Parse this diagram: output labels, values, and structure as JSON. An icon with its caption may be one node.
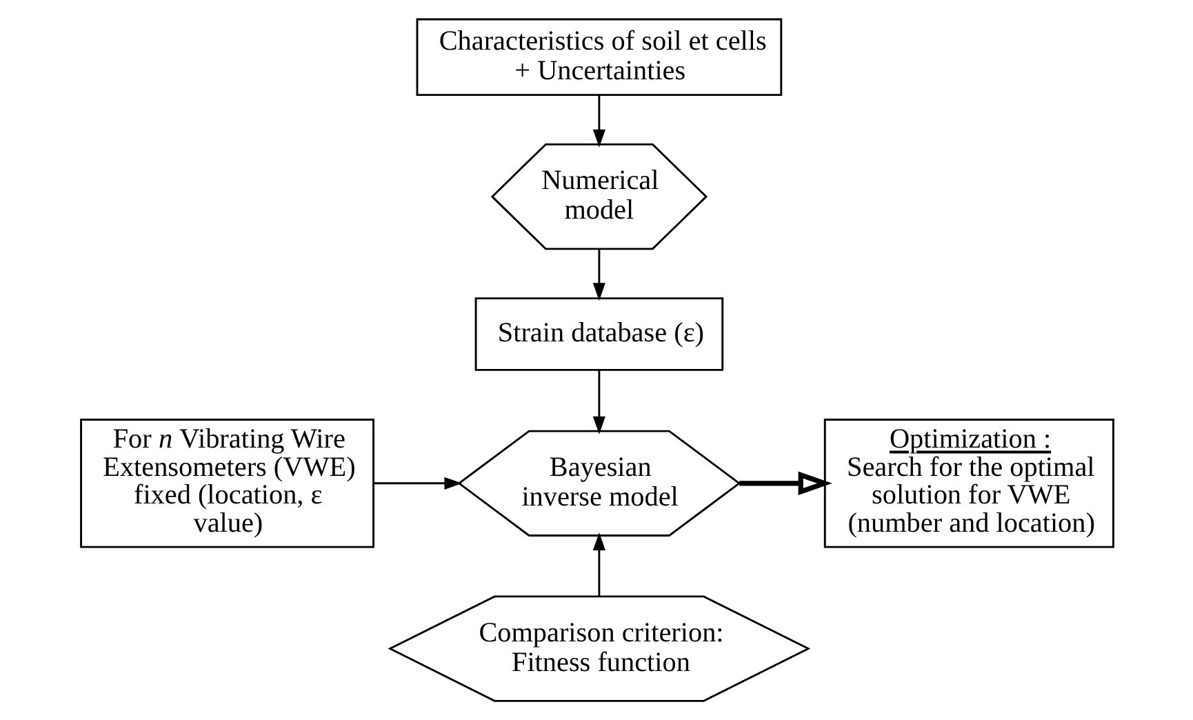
{
  "diagram": {
    "nodes": [
      {
        "text": [
          "Characteristics of soil et cells + Uncertainties"
        ]
      },
      {
        "text": [
          "Numerical model"
        ]
      },
      {
        "text": [
          "Strain database (ε)"
        ]
      },
      {
        "text": [
          "For *n* Vibrating Wire Extensometers (VWE) fixed (location, ε value)"
        ]
      },
      {
        "text": [
          "Bayesian inverse model"
        ]
      },
      {
        "text": [
          "Optimization :",
          "Search for the optimal solution for VWE (number and location)"
        ]
      },
      {
        "text": [
          "Comparison criterion: Fitness function"
        ]
      }
    ],
    "edges": [
      {
        "from": 0,
        "to": 1,
        "arrow": "to"
      },
      {
        "from": 1,
        "to": 2,
        "arrow": "to"
      },
      {
        "from": 2,
        "to": 4,
        "arrow": "to"
      },
      {
        "from": 3,
        "to": 4,
        "arrow": "to"
      },
      {
        "from": 4,
        "to": 5,
        "arrow": "to",
        "style": "thick"
      },
      {
        "from": 6,
        "to": 4,
        "arrow": "to"
      }
    ]
  }
}
